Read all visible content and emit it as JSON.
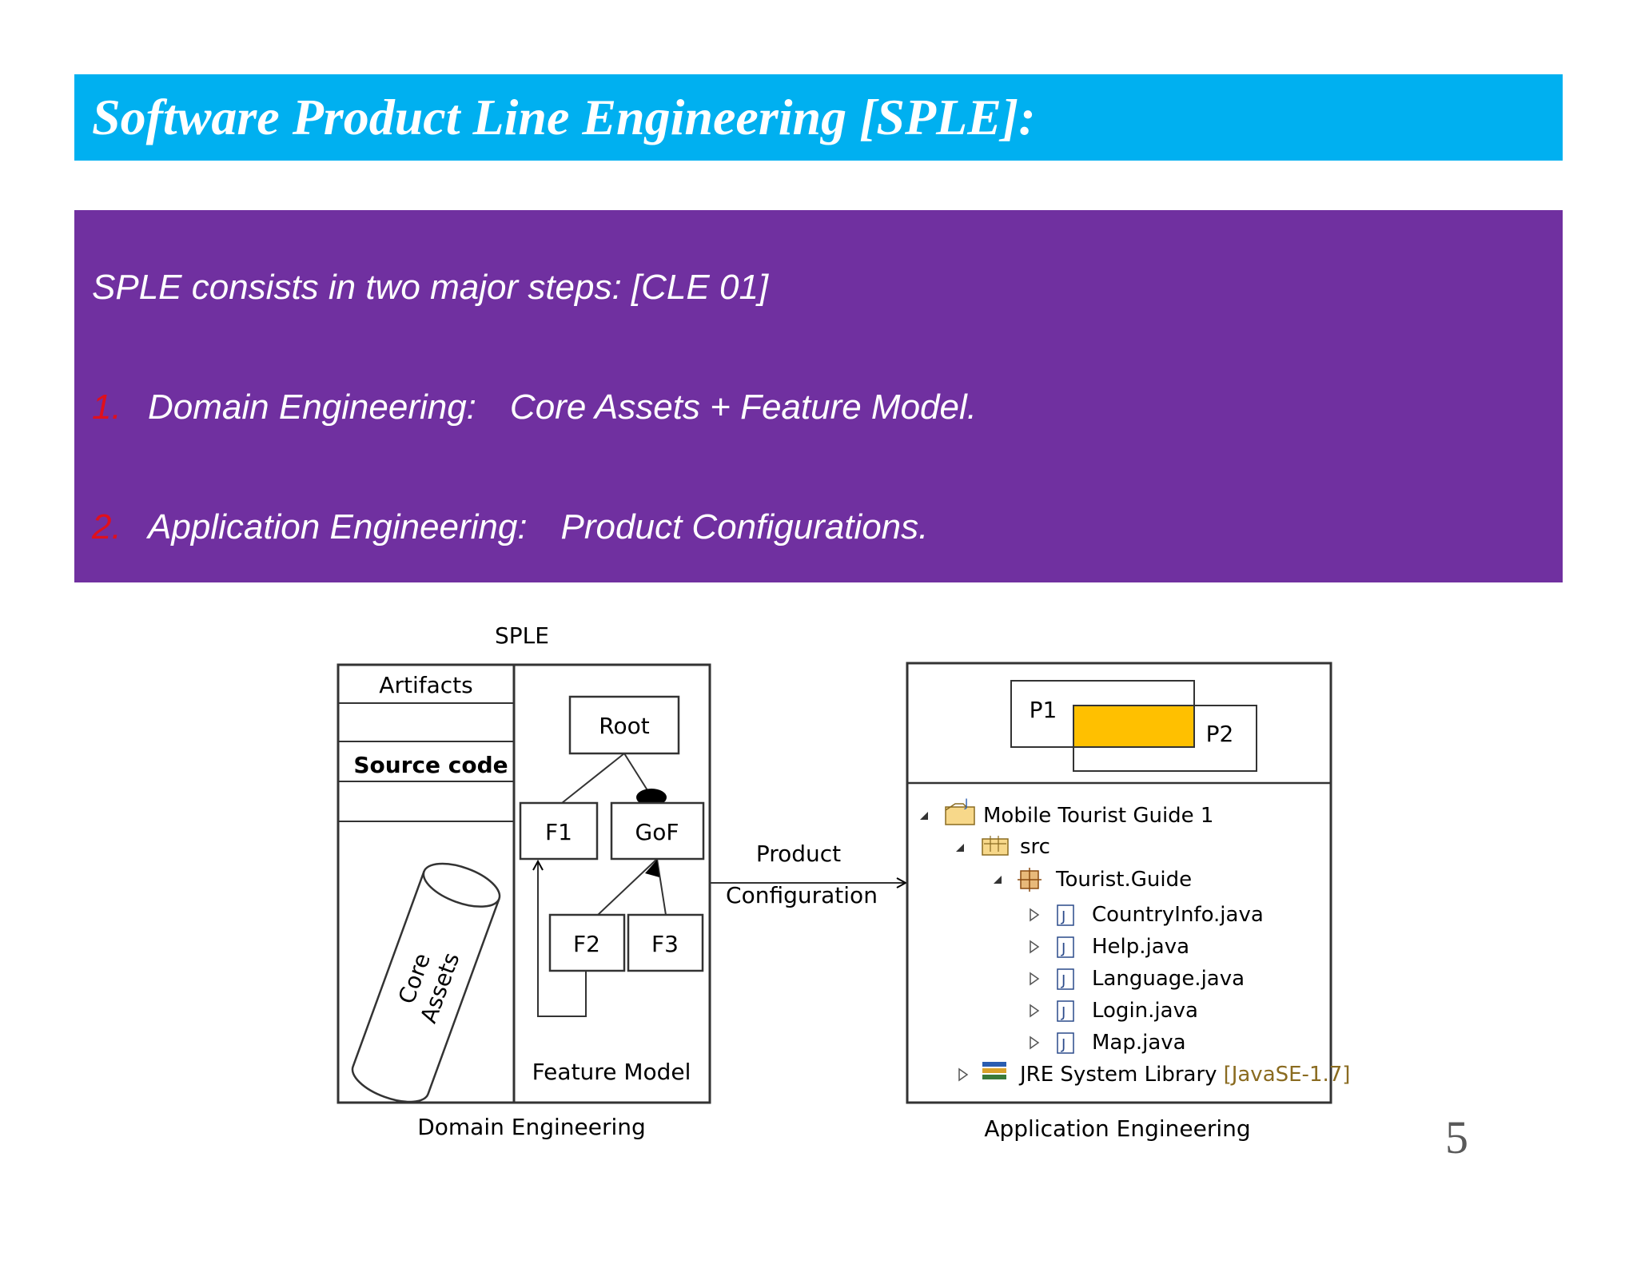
{
  "slide": {
    "title": "Software Product Line Engineering [SPLE]:",
    "intro": "SPLE consists in two major steps: [CLE 01]",
    "steps": [
      {
        "number": "1.",
        "name": "Domain Engineering:",
        "detail": "Core Assets + Feature Model."
      },
      {
        "number": "2.",
        "name": "Application Engineering:",
        "detail": "Product Configurations."
      }
    ],
    "page_number": "5"
  },
  "diagram": {
    "top_label": "SPLE",
    "domain": {
      "artifacts_header": "Artifacts",
      "source_code": "Source code",
      "core_assets_line1": "Core",
      "core_assets_line2": "Assets",
      "feature_model_label": "Feature Model",
      "caption": "Domain Engineering",
      "features": {
        "root": "Root",
        "f1": "F1",
        "gof": "GoF",
        "f2": "F2",
        "f3": "F3"
      }
    },
    "arrow_label_line1": "Product",
    "arrow_label_line2": "Configuration",
    "application": {
      "p1": "P1",
      "p2": "P2",
      "overlap_color": "#ffc000",
      "tree": {
        "project": "Mobile Tourist Guide 1",
        "src": "src",
        "package": "Tourist.Guide",
        "files": [
          "CountryInfo.java",
          "Help.java",
          "Language.java",
          "Login.java",
          "Map.java"
        ],
        "library": "JRE System Library",
        "library_version": "[JavaSE-1.7]"
      },
      "caption": "Application Engineering"
    }
  }
}
